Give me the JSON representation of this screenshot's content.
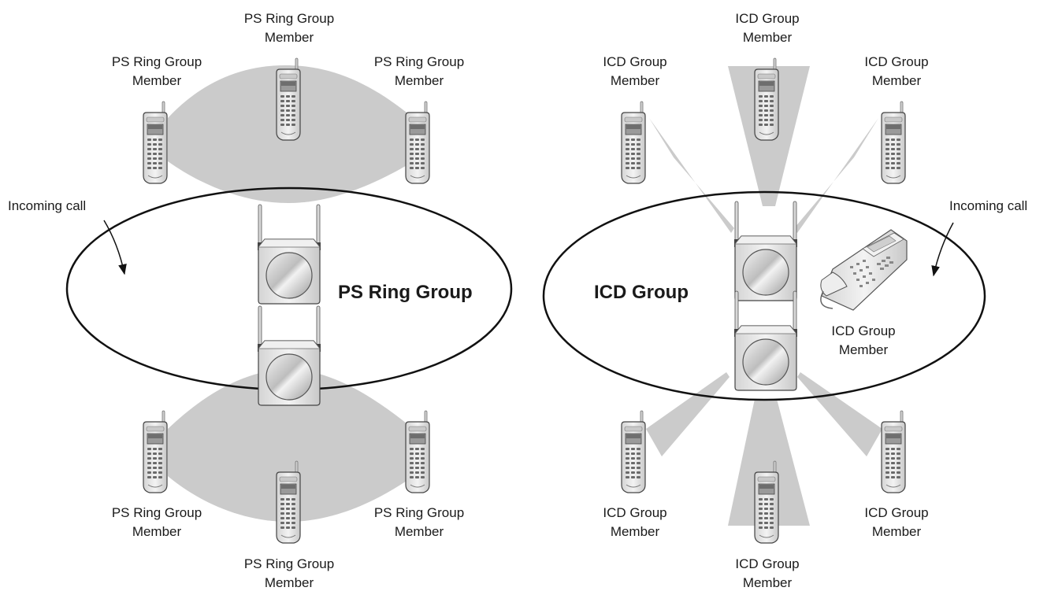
{
  "left": {
    "group_title": "PS Ring Group",
    "incoming_call": "Incoming call",
    "members": [
      {
        "line1": "PS Ring Group",
        "line2": "Member"
      },
      {
        "line1": "PS Ring Group",
        "line2": "Member"
      },
      {
        "line1": "PS Ring Group",
        "line2": "Member"
      },
      {
        "line1": "PS Ring Group",
        "line2": "Member"
      },
      {
        "line1": "PS Ring Group",
        "line2": "Member"
      },
      {
        "line1": "PS Ring Group",
        "line2": "Member"
      }
    ]
  },
  "right": {
    "group_title": "ICD Group",
    "incoming_call": "Incoming call",
    "members": [
      {
        "line1": "ICD Group",
        "line2": "Member"
      },
      {
        "line1": "ICD Group",
        "line2": "Member"
      },
      {
        "line1": "ICD Group",
        "line2": "Member"
      },
      {
        "line1": "ICD Group",
        "line2": "Member"
      },
      {
        "line1": "ICD Group",
        "line2": "Member"
      },
      {
        "line1": "ICD Group",
        "line2": "Member"
      },
      {
        "line1": "ICD Group",
        "line2": "Member"
      }
    ]
  },
  "colors": {
    "coverage": "#cbcbcb",
    "outline": "#111111",
    "device_body": "#e6e6e6",
    "device_dark": "#8a8a8a"
  },
  "icons": {
    "handset": "portable-station-icon",
    "base": "cell-station-icon",
    "desk_phone": "proprietary-telephone-icon"
  }
}
